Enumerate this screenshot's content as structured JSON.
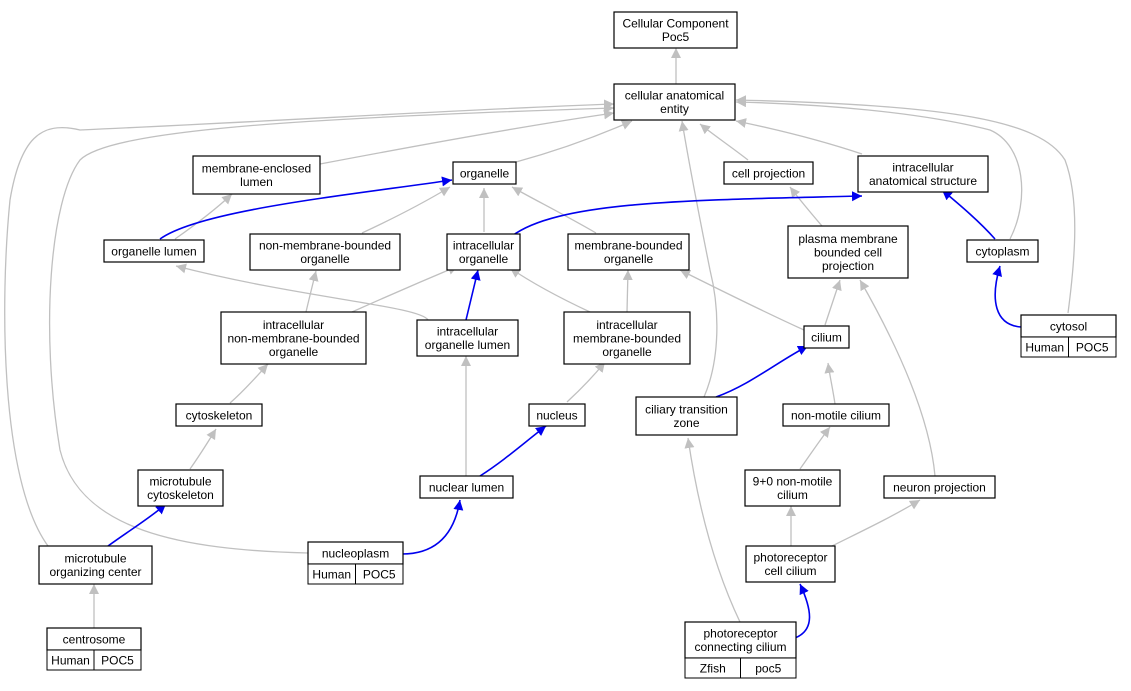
{
  "colors": {
    "gray_edge": "#c0c0c0",
    "blue_edge": "#0000ee",
    "human_tag": "#f4614b",
    "zfish_tag": "#6495ed"
  },
  "nodes": {
    "root": [
      "Cellular Component",
      "Poc5"
    ],
    "cae": [
      "cellular anatomical",
      "entity"
    ],
    "mel": [
      "membrane-enclosed",
      "lumen"
    ],
    "org": [
      "organelle"
    ],
    "cellproj": [
      "cell projection"
    ],
    "ias": [
      "intracellular",
      "anatomical structure"
    ],
    "orglumen": [
      "organelle lumen"
    ],
    "nmbo": [
      "non-membrane-bounded",
      "organelle"
    ],
    "iorg": [
      "intracellular",
      "organelle"
    ],
    "mbo": [
      "membrane-bounded",
      "organelle"
    ],
    "pmbcp": [
      "plasma membrane",
      "bounded cell",
      "projection"
    ],
    "cytoplasm": [
      "cytoplasm"
    ],
    "inmbo": [
      "intracellular",
      "non-membrane-bounded",
      "organelle"
    ],
    "iol": [
      "intracellular",
      "organelle lumen"
    ],
    "imbo": [
      "intracellular",
      "membrane-bounded",
      "organelle"
    ],
    "cilium": [
      "cilium"
    ],
    "cytosol": [
      "cytosol"
    ],
    "cytoskel": [
      "cytoskeleton"
    ],
    "nucleus": [
      "nucleus"
    ],
    "ctz": [
      "ciliary transition",
      "zone"
    ],
    "nmc": [
      "non-motile cilium"
    ],
    "mtcsk": [
      "microtubule",
      "cytoskeleton"
    ],
    "nuclum": [
      "nuclear lumen"
    ],
    "nmc90": [
      "9+0 non-motile",
      "cilium"
    ],
    "neuproj": [
      "neuron projection"
    ],
    "mtoc": [
      "microtubule",
      "organizing center"
    ],
    "nucleoplasm": [
      "nucleoplasm"
    ],
    "prcc": [
      "photoreceptor",
      "cell cilium"
    ],
    "centrosome": [
      "centrosome"
    ],
    "prconn": [
      "photoreceptor",
      "connecting cilium"
    ]
  },
  "tags": {
    "cytosol": [
      "Human",
      "POC5"
    ],
    "nucleoplasm": [
      "Human",
      "POC5"
    ],
    "centrosome": [
      "Human",
      "POC5"
    ],
    "prconn": [
      "Zfish",
      "poc5"
    ]
  }
}
